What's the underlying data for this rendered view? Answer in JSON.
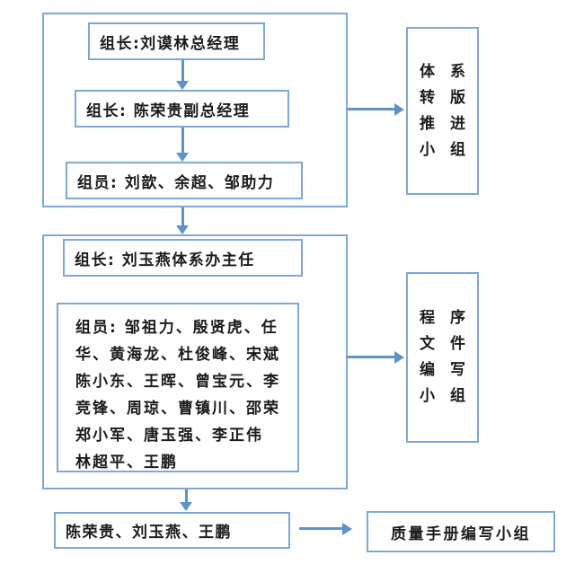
{
  "colors": {
    "box_border": "#7da7d5",
    "arrow": "#5e92ca",
    "text": "#1c1c1c"
  },
  "group1": {
    "leader1_label": "组长:刘谟林总经理",
    "leader2_label": "组长: 陈荣贵副总经理",
    "members_label": "组员: 刘歆、余超、邹助力"
  },
  "side_group1": {
    "lines": [
      "体　系",
      "转　版",
      "推　进",
      "小　组"
    ]
  },
  "group2": {
    "leader_label": "组长: 刘玉燕体系办主任",
    "members_lines": [
      "组员: 邹祖力、殷贤虎、任",
      "华、黄海龙、杜俊峰、宋斌",
      "陈小东、王晖、曾宝元、李",
      "竞锋、周琼、曹镇川、邵荣",
      "郑小军、唐玉强、李正伟",
      "林超平、王鹏"
    ]
  },
  "side_group2": {
    "lines": [
      "程　序",
      "文　件",
      "编　写",
      "小　组"
    ]
  },
  "bottom": {
    "team_label": "陈荣贵、刘玉燕、王鹏",
    "group_label": "质量手册编写小组"
  }
}
